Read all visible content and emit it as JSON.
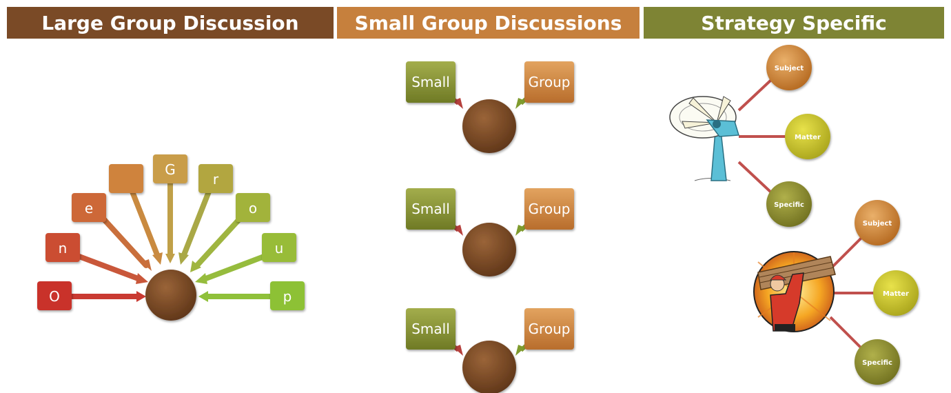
{
  "headers": {
    "large": "Large Group Discussion",
    "small": "Small Group Discussions",
    "strategy": "Strategy Specific"
  },
  "large_group": {
    "letters": [
      "O",
      "n",
      "e",
      "",
      "G",
      "r",
      "o",
      "u",
      "p"
    ]
  },
  "small_groups": {
    "left_label": "Small",
    "right_label": "Group",
    "count": 3
  },
  "strategy": {
    "clusters": [
      {
        "image": "wind-turbine-clipart",
        "nodes": [
          "Subject",
          "Matter",
          "Specific"
        ]
      },
      {
        "image": "worker-carrying-lumber-clipart",
        "nodes": [
          "Subject",
          "Matter",
          "Specific"
        ]
      }
    ]
  },
  "colors": {
    "header_large": "#7a4a26",
    "header_small": "#c6803d",
    "header_strategy": "#7e8434",
    "hub_brown": "#7a4a26",
    "box_red": "#c93a32",
    "box_orange": "#d1843f",
    "box_olive": "#8e9a3a",
    "box_green": "#8fc03a",
    "connector_red": "#c0504d"
  }
}
